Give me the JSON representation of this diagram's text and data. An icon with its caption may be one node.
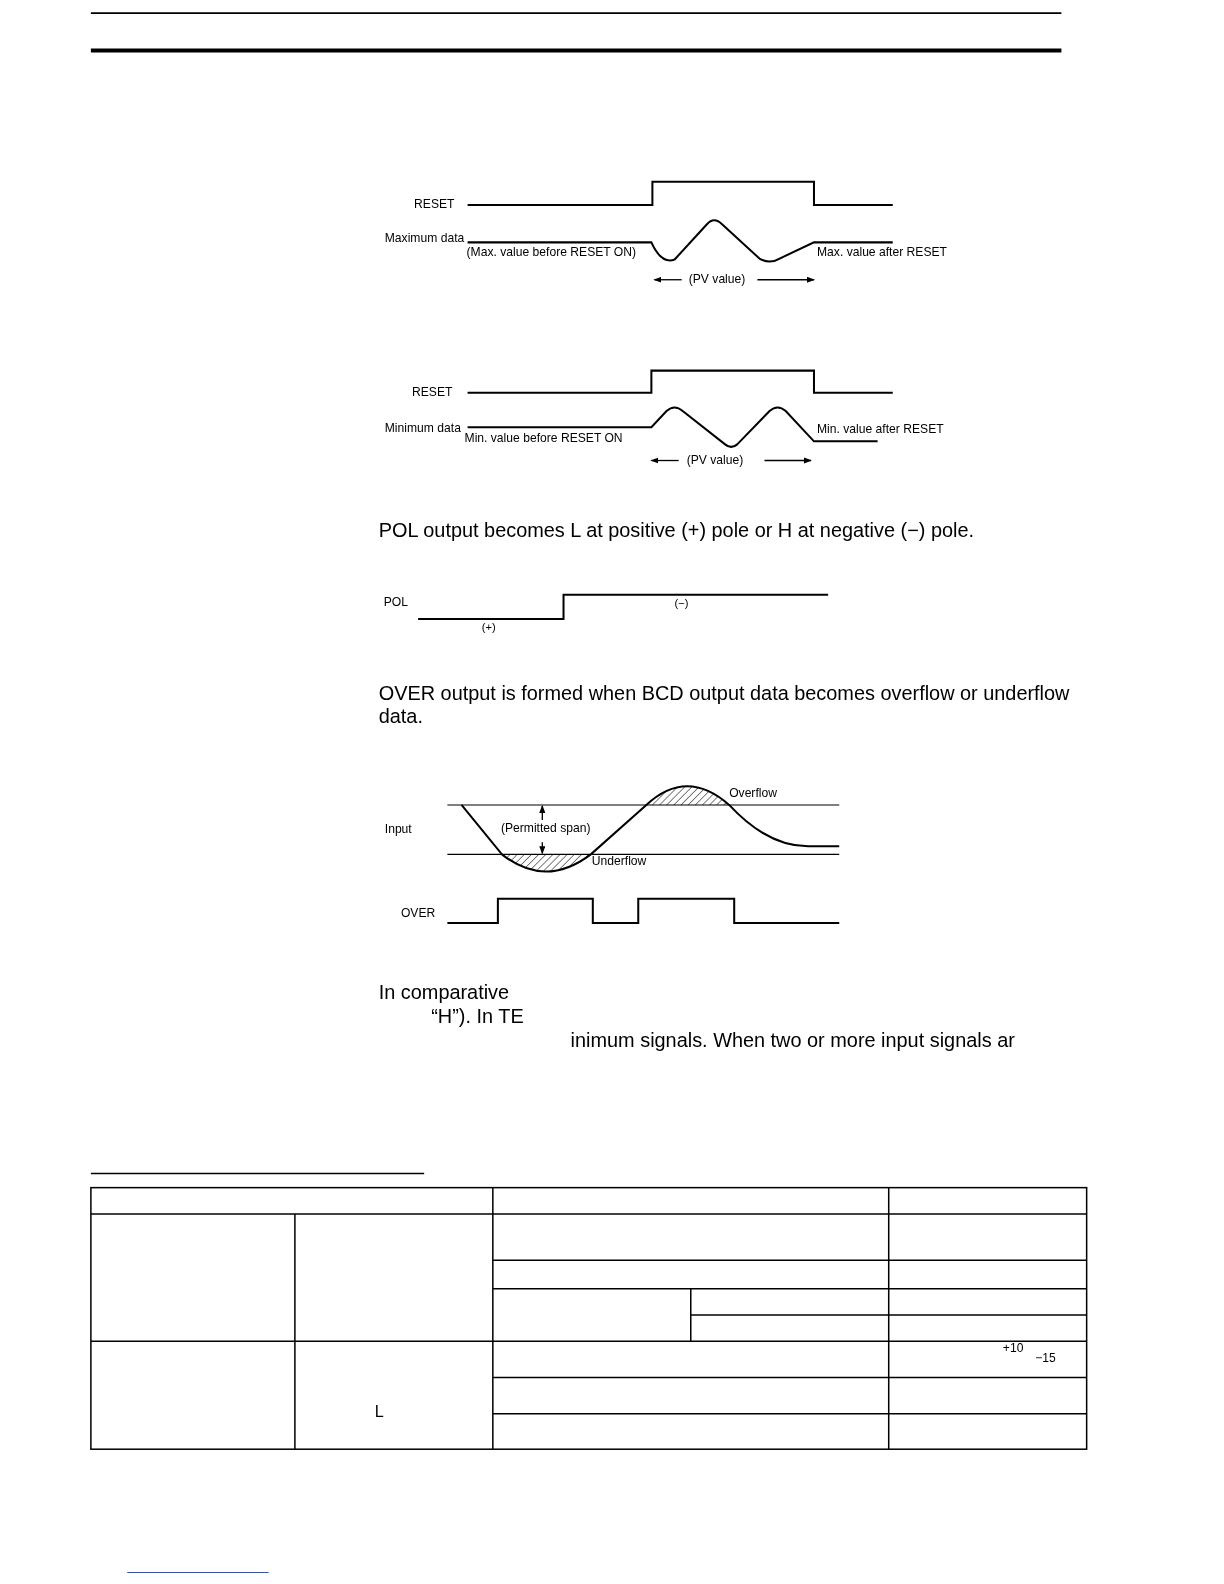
{
  "diagram": {
    "labels": [
      "RESET",
      "Maximum data",
      "(Max. value before RESET ON)",
      "Max. value after RESET",
      "(PV value)",
      "RESET",
      "Minimum data",
      "Min. value before RESET ON",
      "Min. value after RESET",
      "(PV value)",
      "POL output becomes L at positive (+) pole or H at negative (−) pole.",
      "POL",
      "(−)",
      "(+)",
      "OVER output is formed when BCD output data becomes overflow or underflow data.",
      "Overflow",
      "Input",
      "(Permitted span)",
      "Underflow",
      "OVER",
      "In comparative",
      "“H”). In TE",
      "inimum signals. When two or more input signals ar",
      "+10",
      "−15",
      "L"
    ]
  }
}
